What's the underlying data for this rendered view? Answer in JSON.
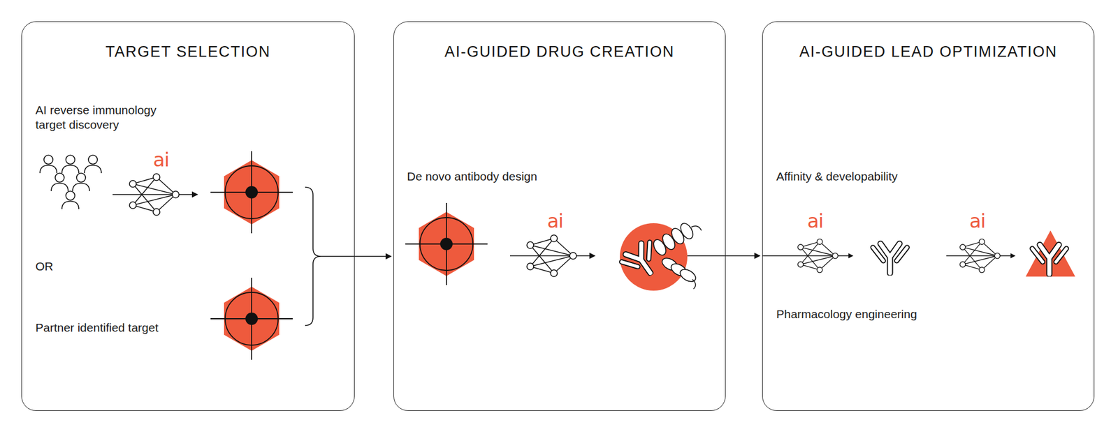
{
  "diagram": {
    "nodes": [
      {
        "text": [
          "TARGET SELECTION",
          "AI reverse immunology target discovery",
          "OR",
          "Partner identified target"
        ]
      },
      {
        "text": [
          "AI-GUIDED DRUG CREATION",
          "De novo antibody design"
        ]
      },
      {
        "text": [
          "AI-GUIDED LEAD OPTIMIZATION",
          "Affinity & developability",
          "Pharmacology engineering"
        ]
      }
    ],
    "edges": [
      {
        "from": 0,
        "to": 1,
        "arrow": "to"
      },
      {
        "from": 1,
        "to": 2,
        "arrow": "to"
      }
    ],
    "labels": [
      "ai",
      "ai",
      "ai",
      "ai"
    ]
  }
}
